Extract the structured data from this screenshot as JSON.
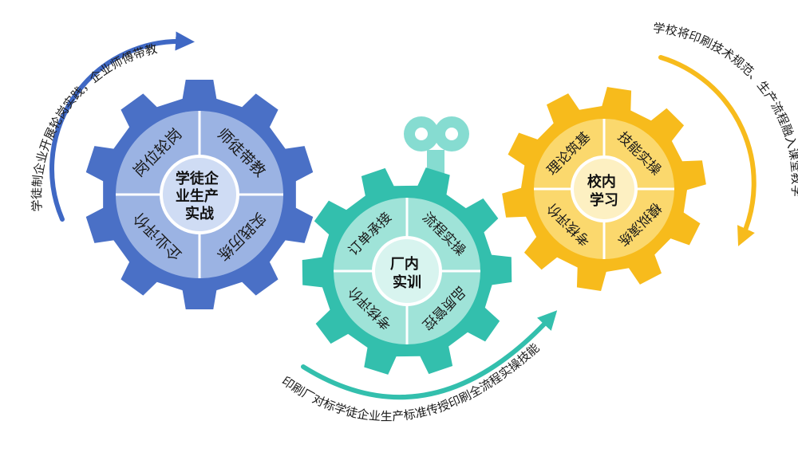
{
  "gears": [
    {
      "name": "enterprise-practice",
      "center_lines": [
        "学徒企",
        "业生产",
        "实战"
      ],
      "segments": [
        "岗位轮岗",
        "师徒带教",
        "实践历练",
        "企业评价"
      ],
      "colors": {
        "outer": "#4a70c6",
        "inner": "#9bb3e3",
        "hub": "#cfdcf4",
        "divider": "#ffffff"
      }
    },
    {
      "name": "factory-training",
      "center_lines": [
        "厂内",
        "实训"
      ],
      "segments": [
        "订单承接",
        "流程实操",
        "品质管控",
        "考核评价"
      ],
      "colors": {
        "outer": "#33bfad",
        "inner": "#9fe3d8",
        "hub": "#d8f4ef",
        "divider": "#ffffff",
        "handle": "#86dcd1"
      }
    },
    {
      "name": "school-study",
      "center_lines": [
        "校内",
        "学习"
      ],
      "segments": [
        "理论筑基",
        "技能实操",
        "模拟演练",
        "考核评价"
      ],
      "colors": {
        "outer": "#f7bb1c",
        "inner": "#fbd86d",
        "hub": "#fdf0c2",
        "divider": "#ffffff"
      }
    }
  ],
  "captions": {
    "left": "学徒制企业开展轮岗实践，企业师傅带教",
    "right": "学校将印刷技术规范、生产流程融入课堂教学",
    "bottom": "印刷厂对标学徒企业生产标准传授印刷全流程实操技能"
  },
  "arrow_colors": {
    "left": "#3f68c4",
    "right": "#f7bb1c",
    "bottom": "#33bfad"
  }
}
